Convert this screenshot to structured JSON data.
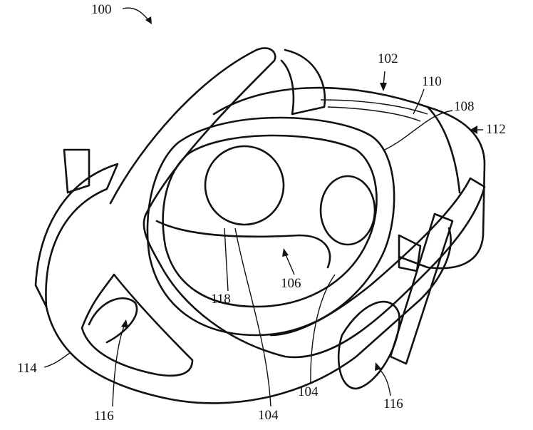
{
  "figure": {
    "reference_numerals": {
      "device": "100",
      "housing": "102",
      "top_surface": "110",
      "face_interface": "108",
      "front": "112",
      "strap": "114",
      "strap_pad_left": "116",
      "strap_pad_right": "116",
      "nose_region": "118",
      "light_seal": "106",
      "lens_left": "104",
      "lens_right": "104"
    }
  }
}
